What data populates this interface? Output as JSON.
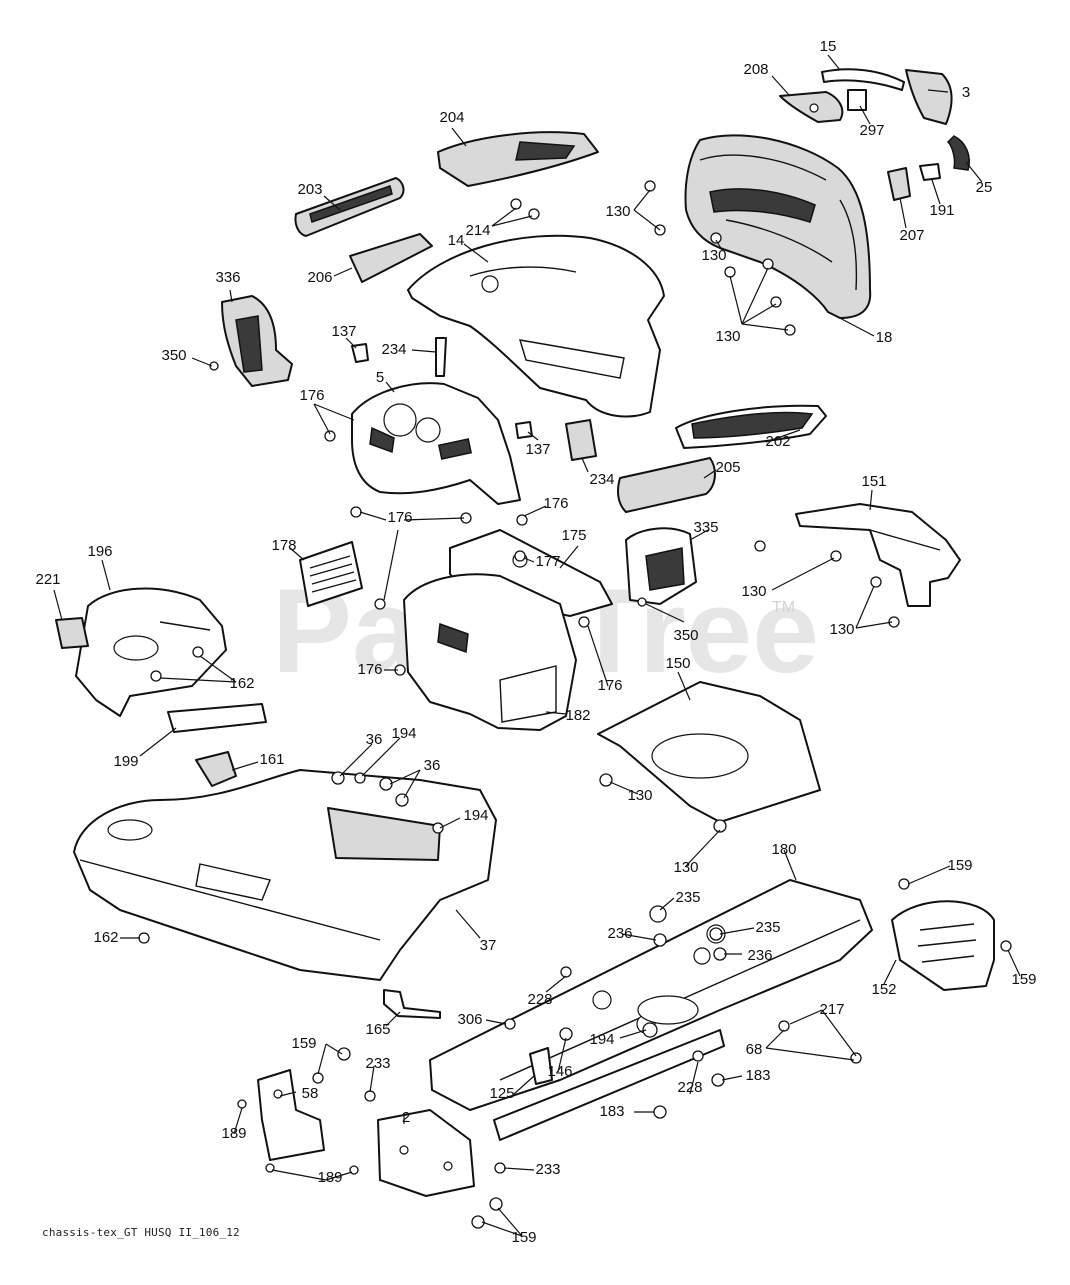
{
  "diagram": {
    "watermark": "PartsTree",
    "watermark_mark": "TM",
    "footer_code": "chassis-tex_GT HUSQ II_106_12",
    "callouts": [
      {
        "id": "c1",
        "label": "15"
      },
      {
        "id": "c2",
        "label": "208"
      },
      {
        "id": "c3",
        "label": "3"
      },
      {
        "id": "c4",
        "label": "297"
      },
      {
        "id": "c5",
        "label": "204"
      },
      {
        "id": "c6",
        "label": "25"
      },
      {
        "id": "c7",
        "label": "191"
      },
      {
        "id": "c8",
        "label": "207"
      },
      {
        "id": "c9",
        "label": "203"
      },
      {
        "id": "c10",
        "label": "130"
      },
      {
        "id": "c11",
        "label": "214"
      },
      {
        "id": "c12",
        "label": "14"
      },
      {
        "id": "c13",
        "label": "130"
      },
      {
        "id": "c14",
        "label": "206"
      },
      {
        "id": "c15",
        "label": "130"
      },
      {
        "id": "c16",
        "label": "18"
      },
      {
        "id": "c17",
        "label": "336"
      },
      {
        "id": "c18",
        "label": "137"
      },
      {
        "id": "c19",
        "label": "350"
      },
      {
        "id": "c20",
        "label": "234"
      },
      {
        "id": "c21",
        "label": "5"
      },
      {
        "id": "c22",
        "label": "176"
      },
      {
        "id": "c23",
        "label": "137"
      },
      {
        "id": "c24",
        "label": "202"
      },
      {
        "id": "c25",
        "label": "234"
      },
      {
        "id": "c26",
        "label": "205"
      },
      {
        "id": "c27",
        "label": "176"
      },
      {
        "id": "c28",
        "label": "176"
      },
      {
        "id": "c29",
        "label": "151"
      },
      {
        "id": "c30",
        "label": "335"
      },
      {
        "id": "c31",
        "label": "178"
      },
      {
        "id": "c32",
        "label": "175"
      },
      {
        "id": "c33",
        "label": "177"
      },
      {
        "id": "c34",
        "label": "196"
      },
      {
        "id": "c35",
        "label": "221"
      },
      {
        "id": "c36",
        "label": "130"
      },
      {
        "id": "c37",
        "label": "130"
      },
      {
        "id": "c38",
        "label": "350"
      },
      {
        "id": "c39",
        "label": "162"
      },
      {
        "id": "c40",
        "label": "176"
      },
      {
        "id": "c41",
        "label": "176"
      },
      {
        "id": "c42",
        "label": "150"
      },
      {
        "id": "c43",
        "label": "182"
      },
      {
        "id": "c44",
        "label": "199"
      },
      {
        "id": "c45",
        "label": "36"
      },
      {
        "id": "c46",
        "label": "194"
      },
      {
        "id": "c47",
        "label": "36"
      },
      {
        "id": "c48",
        "label": "161"
      },
      {
        "id": "c49",
        "label": "130"
      },
      {
        "id": "c50",
        "label": "194"
      },
      {
        "id": "c51",
        "label": "130"
      },
      {
        "id": "c52",
        "label": "180"
      },
      {
        "id": "c53",
        "label": "159"
      },
      {
        "id": "c54",
        "label": "235"
      },
      {
        "id": "c55",
        "label": "236"
      },
      {
        "id": "c56",
        "label": "235"
      },
      {
        "id": "c57",
        "label": "162"
      },
      {
        "id": "c58",
        "label": "37"
      },
      {
        "id": "c59",
        "label": "236"
      },
      {
        "id": "c60",
        "label": "152"
      },
      {
        "id": "c61",
        "label": "159"
      },
      {
        "id": "c62",
        "label": "228"
      },
      {
        "id": "c63",
        "label": "217"
      },
      {
        "id": "c64",
        "label": "165"
      },
      {
        "id": "c65",
        "label": "306"
      },
      {
        "id": "c66",
        "label": "194"
      },
      {
        "id": "c67",
        "label": "68"
      },
      {
        "id": "c68",
        "label": "159"
      },
      {
        "id": "c69",
        "label": "146"
      },
      {
        "id": "c70",
        "label": "233"
      },
      {
        "id": "c71",
        "label": "125"
      },
      {
        "id": "c72",
        "label": "228"
      },
      {
        "id": "c73",
        "label": "183"
      },
      {
        "id": "c74",
        "label": "58"
      },
      {
        "id": "c75",
        "label": "2"
      },
      {
        "id": "c76",
        "label": "183"
      },
      {
        "id": "c77",
        "label": "189"
      },
      {
        "id": "c78",
        "label": "189"
      },
      {
        "id": "c79",
        "label": "233"
      },
      {
        "id": "c80",
        "label": "159"
      }
    ]
  }
}
